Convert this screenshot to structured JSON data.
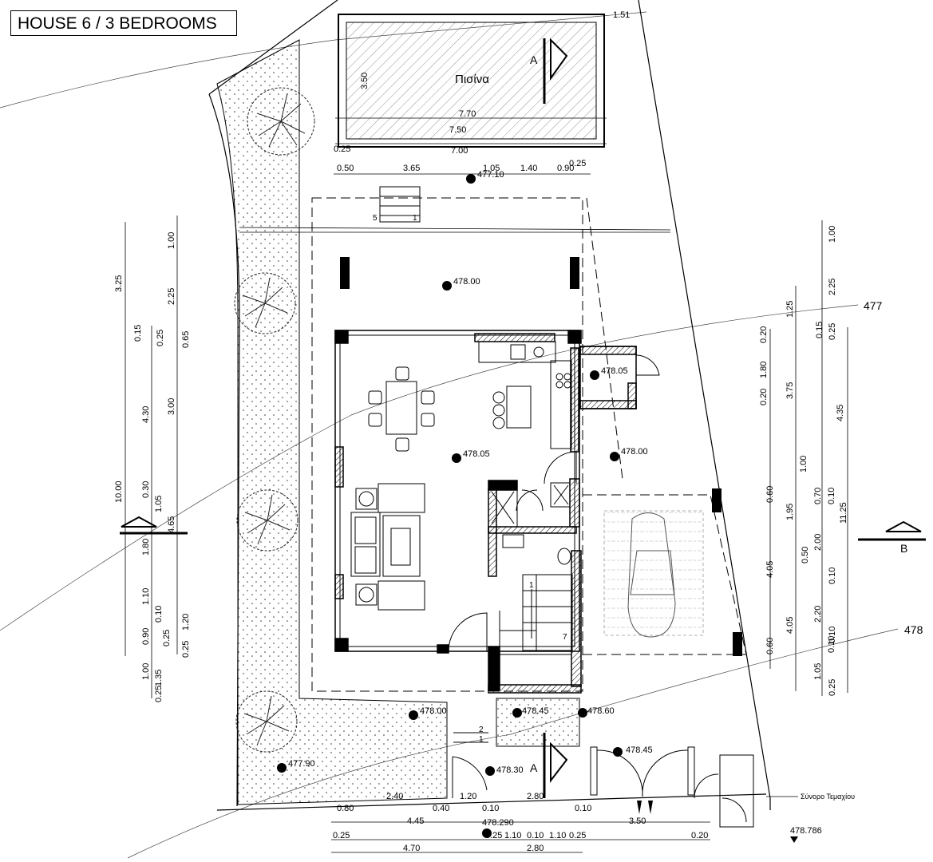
{
  "title": "HOUSE 6 / 3 BEDROOMS",
  "pool_label": "Πισίνα",
  "boundary_label": "Σύνορο Τεμαχίου",
  "contours": [
    "477",
    "478"
  ],
  "sections": {
    "a": "A",
    "b": "B"
  },
  "levels": {
    "pool_edge": "477.10",
    "terrace": "478.00",
    "interior": "478.05",
    "store": "478.05",
    "side_path": "478.00",
    "front_left": "478.00",
    "porch": "478.45",
    "porch_right": "478.60",
    "entry": "478.30",
    "gate": "478.45",
    "garden": "477.90",
    "street_mid": "478.290",
    "street_right": "478.786"
  },
  "stairs": {
    "top_start": "5",
    "top_end": "1",
    "main_start": "1",
    "main_end": "7",
    "front_a": "2",
    "front_b": "1"
  },
  "dims": {
    "pool_top_offset": "1.51",
    "pool_width": "3.50",
    "pool_inner_770": "7.70",
    "pool_inner_750": "7.50",
    "pool_total": "7.00",
    "pool_left_025": "0.25",
    "pool_right_025": "0.25",
    "top_row": [
      "0.50",
      "3.65",
      "1.05",
      "1.40",
      "0.90"
    ],
    "left_outer": [
      "3.25",
      "0.15",
      "10.00",
      "1.80",
      "0.90",
      "1.00",
      "0.25"
    ],
    "left_mid": [
      "4.30",
      "0.30",
      "1.05",
      "1.10",
      "0.10",
      "0.25",
      "1.35"
    ],
    "left_inner": [
      "1.00",
      "2.25",
      "0.25",
      "0.65",
      "3.00",
      "4.65",
      "1.20",
      "0.25"
    ],
    "right_a": [
      "0.20",
      "1.80",
      "0.20",
      "0.60",
      "4.05",
      "0.60"
    ],
    "right_b": [
      "1.25",
      "3.75",
      "1.00",
      "1.95",
      "4.05"
    ],
    "right_c": [
      "0.70",
      "2.00",
      "0.10",
      "0.50",
      "2.20",
      "0.10",
      "1.05"
    ],
    "right_d": [
      "1.00",
      "2.25",
      "0.15",
      "0.25",
      "4.35",
      "0.10",
      "0.10",
      "0.25"
    ],
    "right_e": [
      "11.25"
    ],
    "bottom_1": [
      "2.40",
      "1.20",
      "2.80"
    ],
    "bottom_2": [
      "0.80",
      "0.40",
      "0.10",
      "0.10"
    ],
    "bottom_3": [
      "4.45",
      "3.50"
    ],
    "bottom_4": [
      "0.25",
      "0.25",
      "1.10",
      "0.10",
      "1.10",
      "0.25",
      "0.20"
    ],
    "bottom_5": [
      "4.70",
      "2.80"
    ]
  }
}
